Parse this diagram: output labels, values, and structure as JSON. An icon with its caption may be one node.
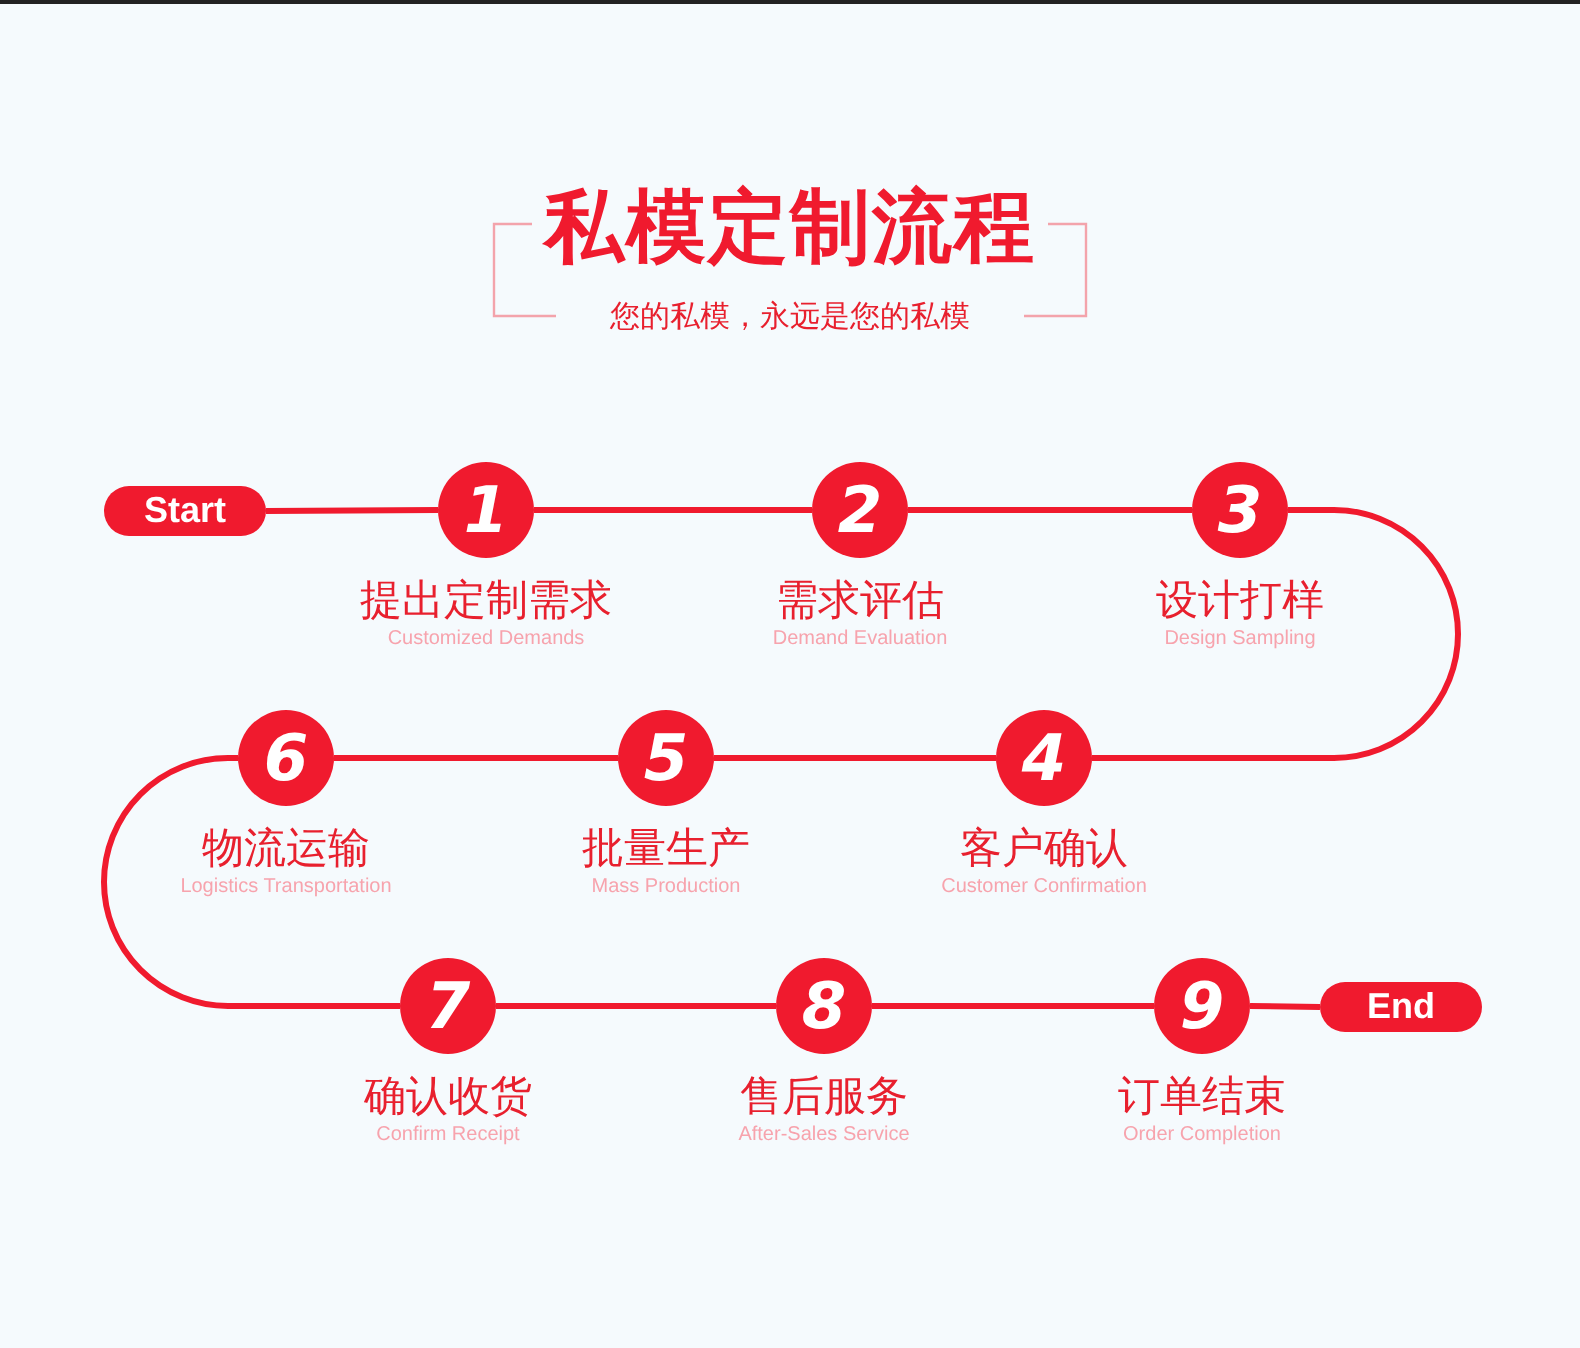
{
  "diagram": {
    "title": "私模定制流程",
    "nodes": [
      {
        "text": [
          "Start"
        ]
      },
      {
        "text": [
          "1"
        ],
        "beside": [
          "提出定制需求",
          "Customized Demands"
        ]
      },
      {
        "text": [
          "2"
        ],
        "beside": [
          "需求评估",
          "Demand Evaluation"
        ]
      },
      {
        "text": [
          "3"
        ],
        "beside": [
          "设计打样",
          "Design Sampling"
        ]
      },
      {
        "text": [
          "4"
        ],
        "beside": [
          "客户确认",
          "Customer Confirmation"
        ]
      },
      {
        "text": [
          "5"
        ],
        "beside": [
          "批量生产",
          "Mass Production"
        ]
      },
      {
        "text": [
          "6"
        ],
        "beside": [
          "物流运输",
          "Logistics Transportation"
        ]
      },
      {
        "text": [
          "7"
        ],
        "beside": [
          "确认收货",
          "Confirm Receipt"
        ]
      },
      {
        "text": [
          "8"
        ],
        "beside": [
          "售后服务",
          "After-Sales Service"
        ]
      },
      {
        "text": [
          "9"
        ],
        "beside": [
          "订单结束",
          "Order Completion"
        ]
      },
      {
        "text": [
          "End"
        ]
      }
    ],
    "edges": [
      {
        "from": 0,
        "to": 1,
        "arrow": "none"
      },
      {
        "from": 1,
        "to": 2,
        "arrow": "none"
      },
      {
        "from": 2,
        "to": 3,
        "arrow": "none"
      },
      {
        "from": 3,
        "to": 4,
        "arrow": "none"
      },
      {
        "from": 4,
        "to": 5,
        "arrow": "none"
      },
      {
        "from": 5,
        "to": 6,
        "arrow": "none"
      },
      {
        "from": 6,
        "to": 7,
        "arrow": "none"
      },
      {
        "from": 7,
        "to": 8,
        "arrow": "none"
      },
      {
        "from": 8,
        "to": 9,
        "arrow": "none"
      },
      {
        "from": 9,
        "to": 10,
        "arrow": "none"
      }
    ],
    "labels": [
      "您的私模，永远是您的私模"
    ]
  }
}
